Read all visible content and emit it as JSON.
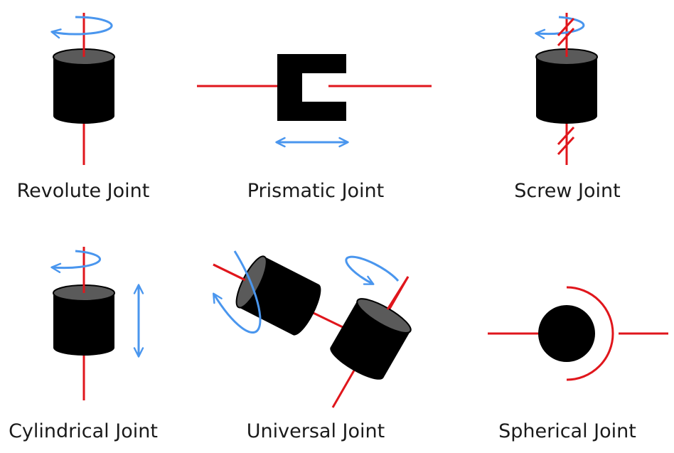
{
  "colors": {
    "axis": "#e0161c",
    "motion_arrow": "#4a96ee",
    "body": "#000000",
    "body_top": "#5a5a5a"
  },
  "joints": [
    {
      "id": "revolute",
      "label": "Revolute Joint",
      "icon": "revolute-joint-icon"
    },
    {
      "id": "prismatic",
      "label": "Prismatic Joint",
      "icon": "prismatic-joint-icon"
    },
    {
      "id": "screw",
      "label": "Screw Joint",
      "icon": "screw-joint-icon"
    },
    {
      "id": "cylindrical",
      "label": "Cylindrical Joint",
      "icon": "cylindrical-joint-icon"
    },
    {
      "id": "universal",
      "label": "Universal Joint",
      "icon": "universal-joint-icon"
    },
    {
      "id": "spherical",
      "label": "Spherical Joint",
      "icon": "spherical-joint-icon"
    }
  ]
}
